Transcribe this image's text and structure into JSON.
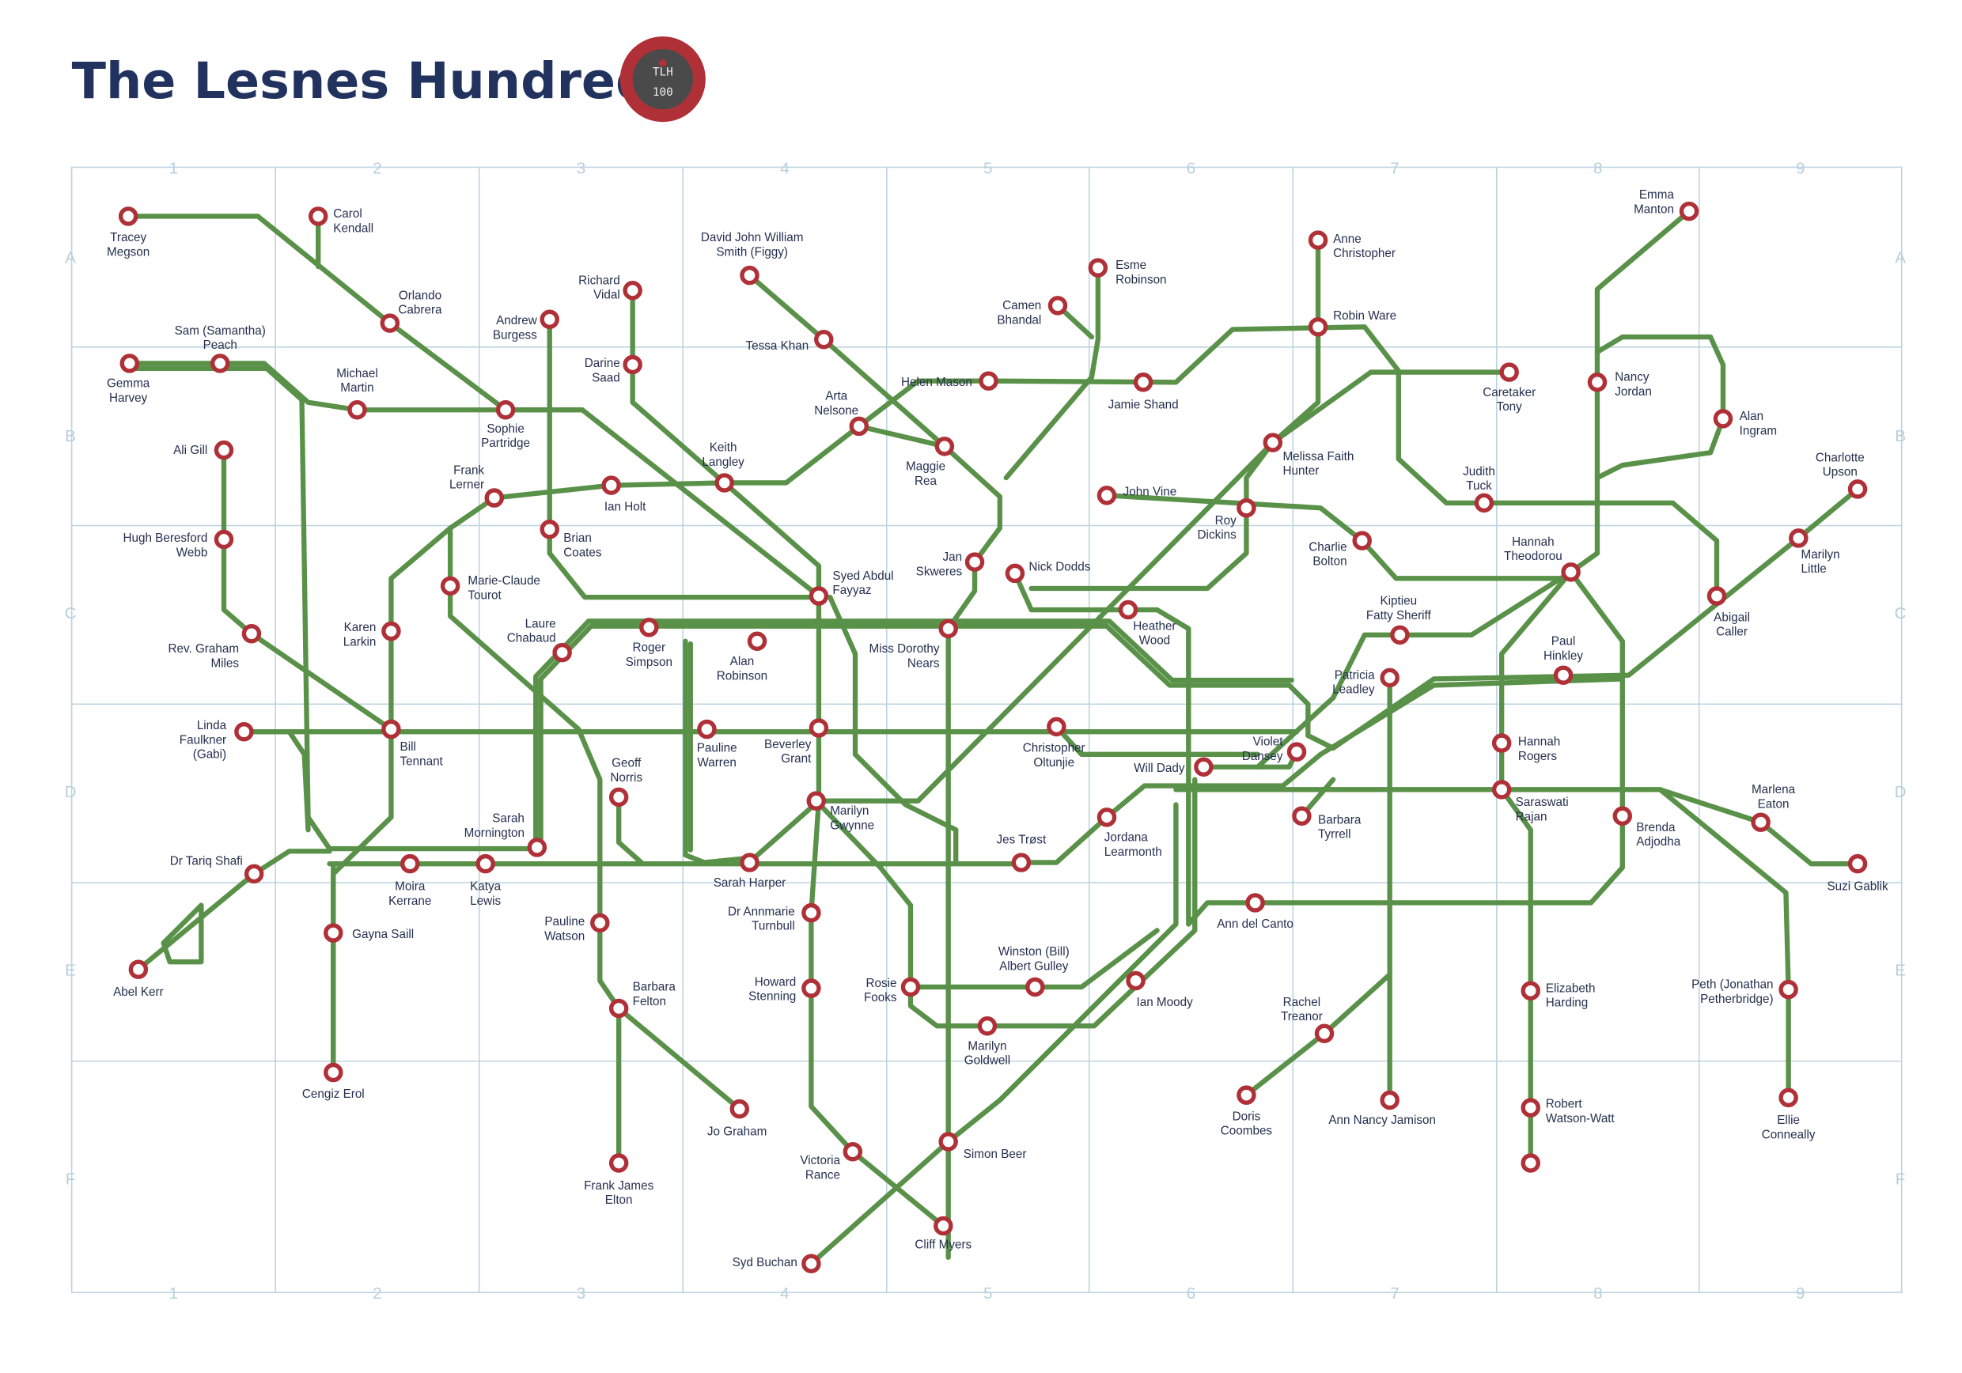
{
  "header": {
    "title": "The Lesnes Hundred",
    "logo_text": [
      "TLH",
      "100"
    ]
  },
  "colors": {
    "line": "#5a9149",
    "station": "#b03038",
    "title": "#22325e",
    "grid": "#bcd3e0"
  },
  "grid": {
    "columns": [
      "1",
      "2",
      "3",
      "4",
      "5",
      "6",
      "7",
      "8",
      "9"
    ],
    "rows": [
      "A",
      "B",
      "C",
      "D",
      "E",
      "F"
    ]
  },
  "stations": [
    {
      "lines": [
        "Tracey",
        "Megson"
      ]
    },
    {
      "lines": [
        "Carol",
        "Kendall"
      ]
    },
    {
      "lines": [
        "Orlando",
        "Cabrera"
      ]
    },
    {
      "lines": [
        "Sam (Samantha)",
        "Peach"
      ]
    },
    {
      "lines": [
        "Gemma",
        "Harvey"
      ]
    },
    {
      "lines": [
        "Michael",
        "Martin"
      ]
    },
    {
      "lines": [
        "Sophie",
        "Partridge"
      ]
    },
    {
      "lines": [
        "Andrew",
        "Burgess"
      ]
    },
    {
      "lines": [
        "Richard",
        "Vidal"
      ]
    },
    {
      "lines": [
        "Darine",
        "Saad"
      ]
    },
    {
      "lines": [
        "David John William",
        "Smith (Figgy)"
      ]
    },
    {
      "lines": [
        "Tessa Khan"
      ]
    },
    {
      "lines": [
        "Ali Gill"
      ]
    },
    {
      "lines": [
        "Hugh Beresford",
        "Webb"
      ]
    },
    {
      "lines": [
        "Rev. Graham",
        "Miles"
      ]
    },
    {
      "lines": [
        "Frank",
        "Lerner"
      ]
    },
    {
      "lines": [
        "Ian Holt"
      ]
    },
    {
      "lines": [
        "Keith",
        "Langley"
      ]
    },
    {
      "lines": [
        "Arta",
        "Nelsone"
      ]
    },
    {
      "lines": [
        "Maggie",
        "Rea"
      ]
    },
    {
      "lines": [
        "Camen",
        "Bhandal"
      ]
    },
    {
      "lines": [
        "Esme",
        "Robinson"
      ]
    },
    {
      "lines": [
        "Helen Mason"
      ]
    },
    {
      "lines": [
        "Jamie Shand"
      ]
    },
    {
      "lines": [
        "Anne",
        "Christopher"
      ]
    },
    {
      "lines": [
        "Robin Ware"
      ]
    },
    {
      "lines": [
        "Emma",
        "Manton"
      ]
    },
    {
      "lines": [
        "Caretaker",
        "Tony"
      ]
    },
    {
      "lines": [
        "Nancy",
        "Jordan"
      ]
    },
    {
      "lines": [
        "Alan",
        "Ingram"
      ]
    },
    {
      "lines": [
        "Melissa Faith",
        "Hunter"
      ]
    },
    {
      "lines": [
        "John Vine"
      ]
    },
    {
      "lines": [
        "Roy",
        "Dickins"
      ]
    },
    {
      "lines": [
        "Judith",
        "Tuck"
      ]
    },
    {
      "lines": [
        "Charlotte",
        "Upson"
      ]
    },
    {
      "lines": [
        "Brian",
        "Coates"
      ]
    },
    {
      "lines": [
        "Marie-Claude",
        "Tourot"
      ]
    },
    {
      "lines": [
        "Jan",
        "Skweres"
      ]
    },
    {
      "lines": [
        "Nick Dodds"
      ]
    },
    {
      "lines": [
        "Charlie",
        "Bolton"
      ]
    },
    {
      "lines": [
        "Hannah",
        "Theodorou"
      ]
    },
    {
      "lines": [
        "Marilyn",
        "Little"
      ]
    },
    {
      "lines": [
        "Syed Abdul",
        "Fayyaz"
      ]
    },
    {
      "lines": [
        "Karen",
        "Larkin"
      ]
    },
    {
      "lines": [
        "Laure",
        "Chabaud"
      ]
    },
    {
      "lines": [
        "Roger",
        "Simpson"
      ]
    },
    {
      "lines": [
        "Alan",
        "Robinson"
      ]
    },
    {
      "lines": [
        "Miss Dorothy",
        "Nears"
      ]
    },
    {
      "lines": [
        "Heather",
        "Wood"
      ]
    },
    {
      "lines": [
        "Kiptieu",
        "Fatty Sheriff"
      ]
    },
    {
      "lines": [
        "Abigail",
        "Caller"
      ]
    },
    {
      "lines": [
        "Paul",
        "Hinkley"
      ]
    },
    {
      "lines": [
        "Patricia",
        "Leadley"
      ]
    },
    {
      "lines": [
        "Linda",
        "Faulkner",
        "(Gabi)"
      ]
    },
    {
      "lines": [
        "Bill",
        "Tennant"
      ]
    },
    {
      "lines": [
        "Pauline",
        "Warren"
      ]
    },
    {
      "lines": [
        "Beverley",
        "Grant"
      ]
    },
    {
      "lines": [
        "Christopher",
        "Oltunjie"
      ]
    },
    {
      "lines": [
        "Will Dady"
      ]
    },
    {
      "lines": [
        "Violet",
        "Dansey"
      ]
    },
    {
      "lines": [
        "Hannah",
        "Rogers"
      ]
    },
    {
      "lines": [
        "Geoff",
        "Norris"
      ]
    },
    {
      "lines": [
        "Marilyn",
        "Gwynne"
      ]
    },
    {
      "lines": [
        "Saraswati",
        "Rajan"
      ]
    },
    {
      "lines": [
        "Barbara",
        "Tyrrell"
      ]
    },
    {
      "lines": [
        "Marlena",
        "Eaton"
      ]
    },
    {
      "lines": [
        "Brenda",
        "Adjodha"
      ]
    },
    {
      "lines": [
        "Sarah",
        "Mornington"
      ]
    },
    {
      "lines": [
        "Jes Trøst"
      ]
    },
    {
      "lines": [
        "Jordana",
        "Learmonth"
      ]
    },
    {
      "lines": [
        "Suzi Gablik"
      ]
    },
    {
      "lines": [
        "Dr Tariq Shafi"
      ]
    },
    {
      "lines": [
        "Moira",
        "Kerrane"
      ]
    },
    {
      "lines": [
        "Katya",
        "Lewis"
      ]
    },
    {
      "lines": [
        "Sarah Harper"
      ]
    },
    {
      "lines": [
        "Ann del Canto"
      ]
    },
    {
      "lines": [
        "Dr Annmarie",
        "Turnbull"
      ]
    },
    {
      "lines": [
        "Pauline",
        "Watson"
      ]
    },
    {
      "lines": [
        "Gayna Saill"
      ]
    },
    {
      "lines": [
        "Abel Kerr"
      ]
    },
    {
      "lines": [
        "Winston (Bill)",
        "Albert Gulley"
      ]
    },
    {
      "lines": [
        "Rosie",
        "Fooks"
      ]
    },
    {
      "lines": [
        "Howard",
        "Stenning"
      ]
    },
    {
      "lines": [
        "Ian Moody"
      ]
    },
    {
      "lines": [
        "Elizabeth",
        "Harding"
      ]
    },
    {
      "lines": [
        "Peth (Jonathan",
        "Petherbridge)"
      ]
    },
    {
      "lines": [
        "Barbara",
        "Felton"
      ]
    },
    {
      "lines": [
        "Rachel",
        "Treanor"
      ]
    },
    {
      "lines": [
        "Marilyn",
        "Goldwell"
      ]
    },
    {
      "lines": [
        "Cengiz Erol"
      ]
    },
    {
      "lines": [
        "Doris",
        "Coombes"
      ]
    },
    {
      "lines": [
        "Ann Nancy Jamison"
      ]
    },
    {
      "lines": [
        "Robert",
        "Watson-Watt"
      ]
    },
    {
      "lines": [
        "Ellie",
        "Conneally"
      ]
    },
    {
      "lines": [
        "Jo Graham"
      ]
    },
    {
      "lines": [
        "Simon Beer"
      ]
    },
    {
      "lines": [
        "Victoria",
        "Rance"
      ]
    },
    {
      "lines": [
        "Frank James",
        "Elton"
      ]
    },
    {
      "lines": [
        "Cliff Myers"
      ]
    },
    {
      "lines": [
        "Syd Buchan"
      ]
    },
    {
      "lines": []
    }
  ]
}
